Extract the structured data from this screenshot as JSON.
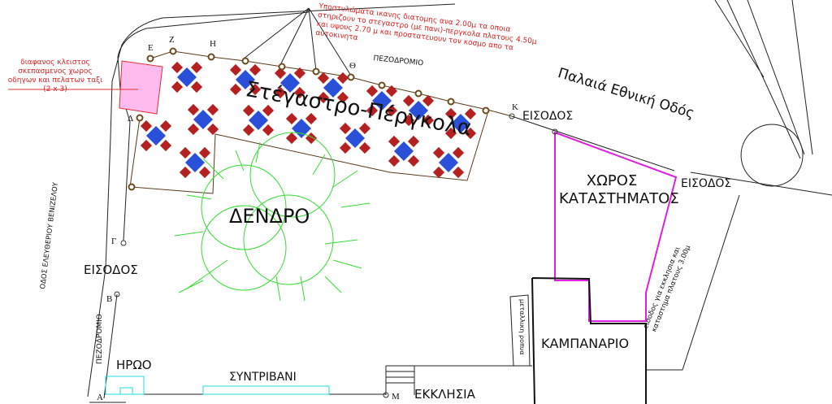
{
  "colors": {
    "table": "#2a4fd8",
    "chair": "#b52020",
    "pergola": "#5a3a1a",
    "tree": "#33dd33",
    "shop": "#e020e0",
    "note": "#d22222",
    "monument": "#22dddd"
  },
  "notes": {
    "columns": "Υποστυλώματα ικανης διατομης ανα 2.00μ τα οποια στηριζουν το στεγαστρο (με πανι)-περγκολα πλατους 4.50μ  και υψους 2.70 μ και προστατευουν τον κοσμο απο τα αυτοκινητα",
    "taxi": "διαφανος κλειστος σκεπασμενος χωρος οδηγων και πελατων ταξι (2 x 3)",
    "side_entrance": "εισοδος για εκκλησια και καταστημα πλατους 3.00μ"
  },
  "labels": {
    "pergola": "Στέγαστρο-Πέργκολα",
    "tree": "ΔΕΝΔΡΟ",
    "shop": "ΧΩΡΟΣ ΚΑΤΑΣΤΗΜΑΤΟΣ",
    "old_road": "Παλαιά Εθνική Οδός",
    "sidewalk_top": "ΠΕΖΟΔΡΟΜΙΟ",
    "sidewalk_left": "ΠΕΖΟΔΡΟΜΙΟ",
    "street_left": "ΟΔΟΣ ΕΛΕΥΘΕΡΙΟΥ ΒΕΝΙΖΕΛΟΥ",
    "entrance_k": "ΕΙΣΟΔΟΣ",
    "entrance_right": "ΕΙΣΟΔΟΣ",
    "entrance_left": "ΕΙΣΟΔΟΣ",
    "bell_tower": "ΚΑΜΠΑΝΑΡΙΟ",
    "church": "ΕΚΚΛΗΣΙΑ",
    "monument": "ΗΡΩΟ",
    "fountain": "ΣΥΝΤΡΙΒΑΝΙ",
    "metal_door": "μεταλλικη ροπυα"
  },
  "points": {
    "A": "Α",
    "B": "Β",
    "G": "Γ",
    "D": "Δ",
    "E": "Ε",
    "Z": "Ζ",
    "H": "Η",
    "TH": "Θ",
    "K": "Κ",
    "M": "Μ"
  }
}
